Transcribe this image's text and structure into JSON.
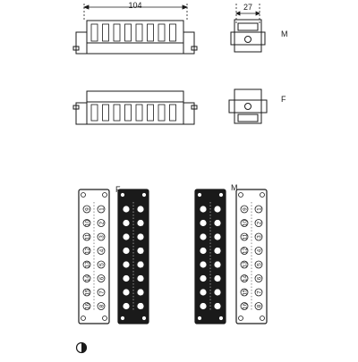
{
  "dimensions": {
    "width_label": "104",
    "depth_label": "27"
  },
  "views": {
    "male_label": "M",
    "female_label": "F"
  },
  "contact_faces": {
    "female_label": "F",
    "male_label": "M",
    "contact_numbers": [
      "1",
      "2",
      "3",
      "4",
      "5",
      "6",
      "7",
      "8",
      "9",
      "10",
      "11",
      "12",
      "13",
      "14",
      "15",
      "16"
    ]
  },
  "symbols": {
    "half_circle_icon": "half-filled-circle-icon"
  },
  "colors": {
    "line": "#1a1a1a",
    "fill_dark": "#1a1a1a",
    "background": "#ffffff"
  }
}
